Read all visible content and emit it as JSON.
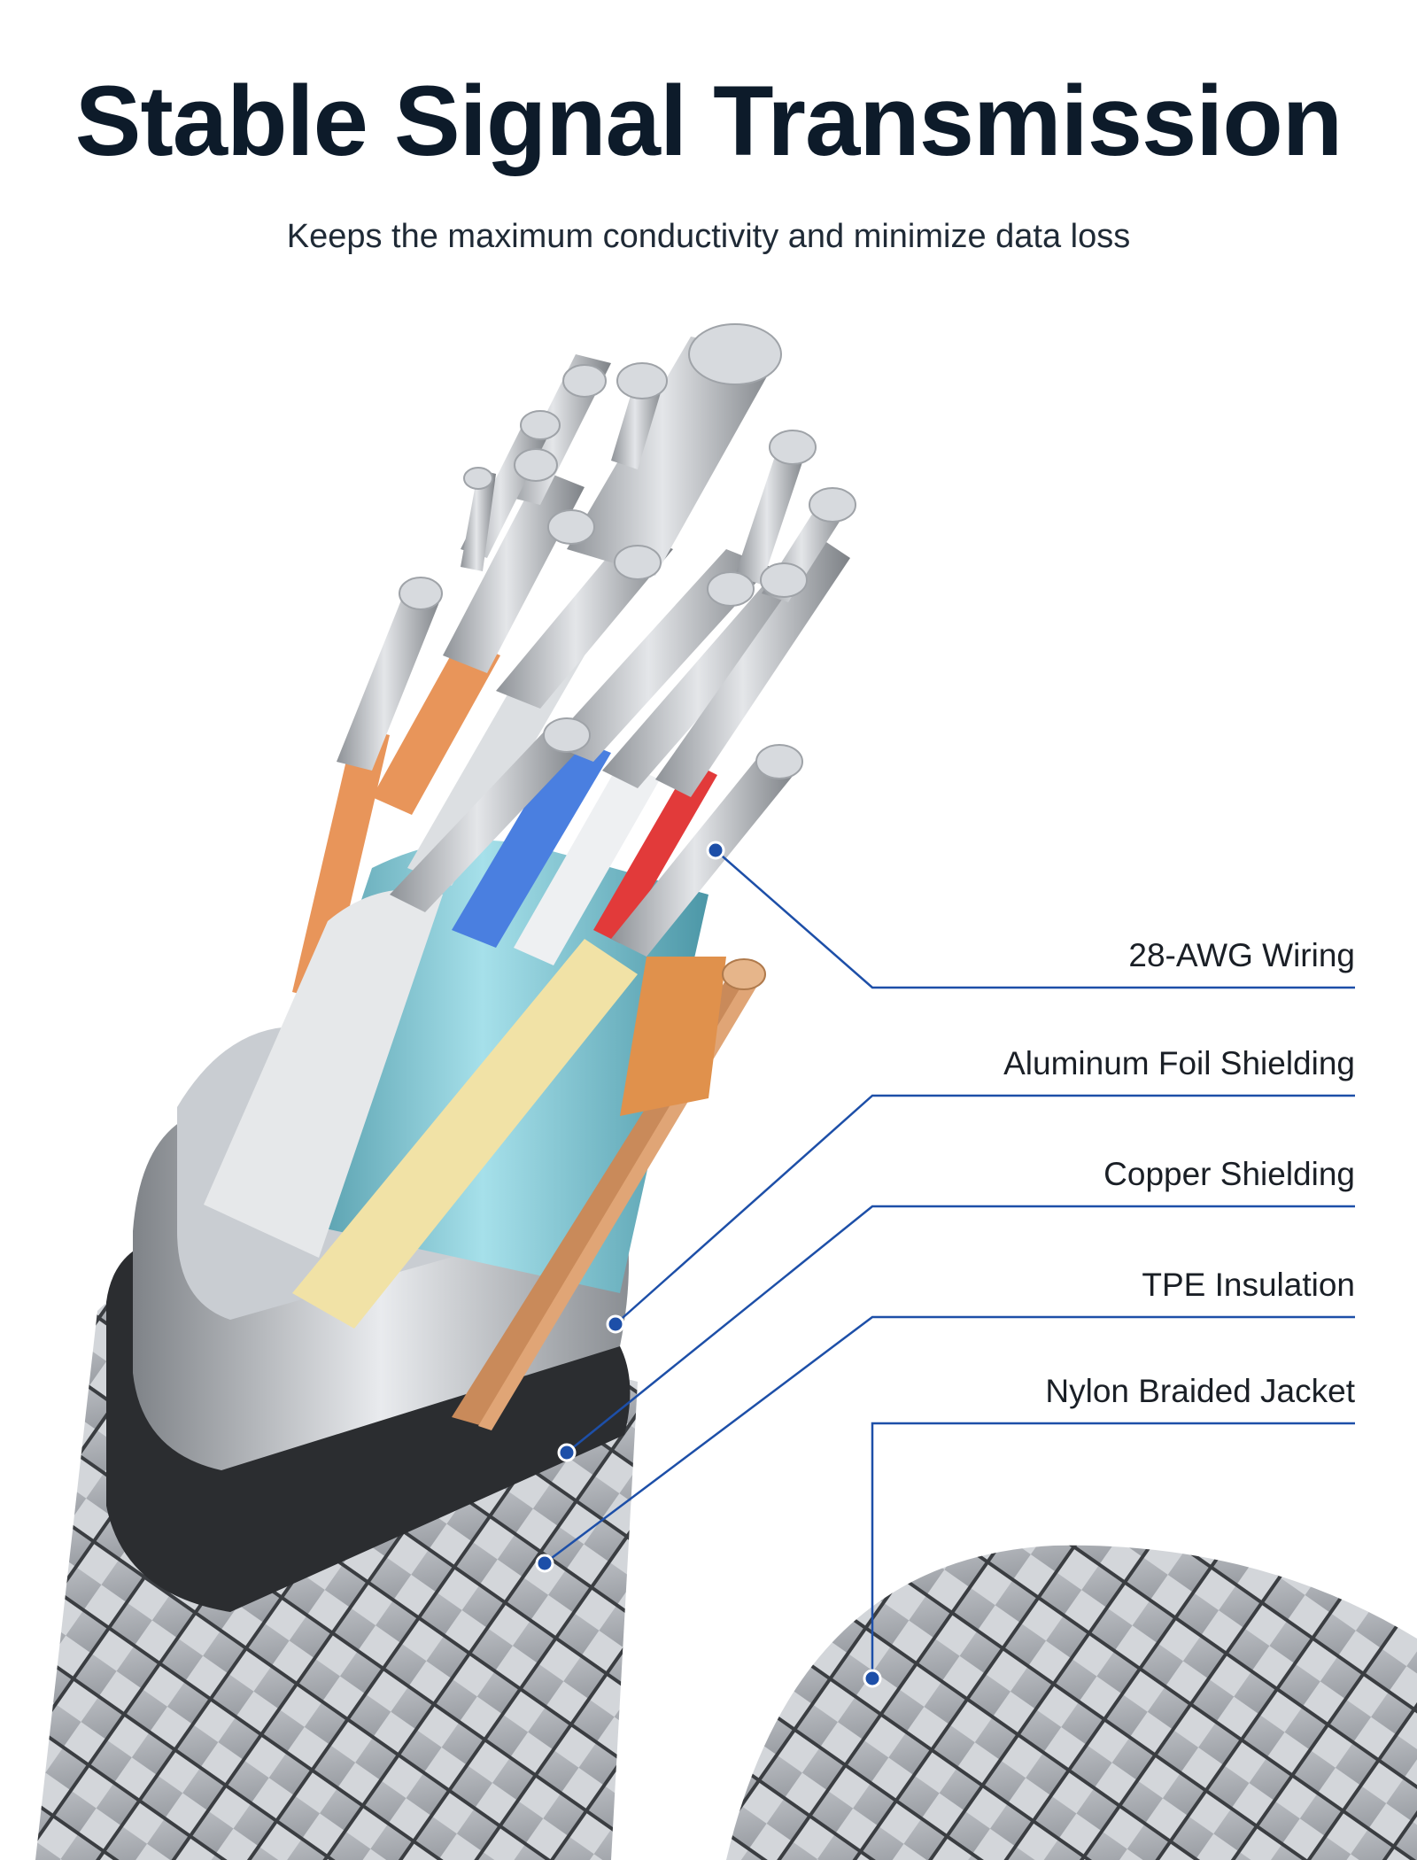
{
  "header": {
    "title": "Stable Signal Transmission",
    "subtitle": "Keeps the maximum conductivity and minimize data loss"
  },
  "callouts": [
    {
      "label": "28-AWG Wiring"
    },
    {
      "label": "Aluminum Foil Shielding"
    },
    {
      "label": "Copper Shielding"
    },
    {
      "label": "TPE Insulation"
    },
    {
      "label": "Nylon Braided Jacket"
    }
  ],
  "colors": {
    "title": "#0d1b2a",
    "leader_line": "#1d4fa8",
    "silver_strand": "#b9bcc1",
    "copper": "#c98a5a",
    "orange_insulation": "#e8955a",
    "blue_insulation": "#4a7fe0",
    "red_insulation": "#e23a3a",
    "yellow_insulation": "#f1e2a6",
    "foil_teal": "#7ec6d6",
    "braid_grey": "#a8acb2",
    "ring_black": "#2b2d30"
  }
}
